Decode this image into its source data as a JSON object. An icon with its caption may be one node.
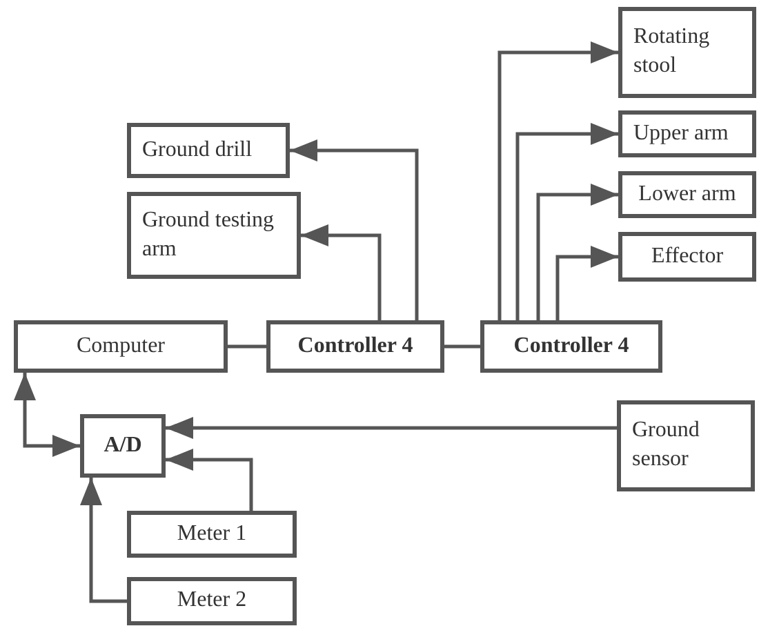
{
  "diagram": {
    "nodes": [
      {
        "text": [
          "Rotating stool"
        ]
      },
      {
        "text": [
          "Upper arm"
        ]
      },
      {
        "text": [
          "Lower arm"
        ]
      },
      {
        "text": [
          "Effector"
        ]
      },
      {
        "text": [
          "Ground drill"
        ]
      },
      {
        "text": [
          "Ground testing arm"
        ]
      },
      {
        "text": [
          "Computer"
        ]
      },
      {
        "text": [
          "Controller 4"
        ]
      },
      {
        "text": [
          "Controller 4"
        ]
      },
      {
        "text": [
          "A/D"
        ]
      },
      {
        "text": [
          "Ground sensor"
        ]
      },
      {
        "text": [
          "Meter 1"
        ]
      },
      {
        "text": [
          "Meter 2"
        ]
      }
    ],
    "edges": [
      {
        "from": 6,
        "to": 7,
        "arrow": "none"
      },
      {
        "from": 7,
        "to": 8,
        "arrow": "none"
      },
      {
        "from": 7,
        "to": 4,
        "arrow": "to"
      },
      {
        "from": 7,
        "to": 5,
        "arrow": "to"
      },
      {
        "from": 8,
        "to": 0,
        "arrow": "to"
      },
      {
        "from": 8,
        "to": 1,
        "arrow": "to"
      },
      {
        "from": 8,
        "to": 2,
        "arrow": "to"
      },
      {
        "from": 8,
        "to": 3,
        "arrow": "to"
      },
      {
        "from": 6,
        "to": 9,
        "arrow": "both"
      },
      {
        "from": 10,
        "to": 9,
        "arrow": "to"
      },
      {
        "from": 11,
        "to": 9,
        "arrow": "to"
      },
      {
        "from": 12,
        "to": 9,
        "arrow": "to"
      }
    ]
  }
}
